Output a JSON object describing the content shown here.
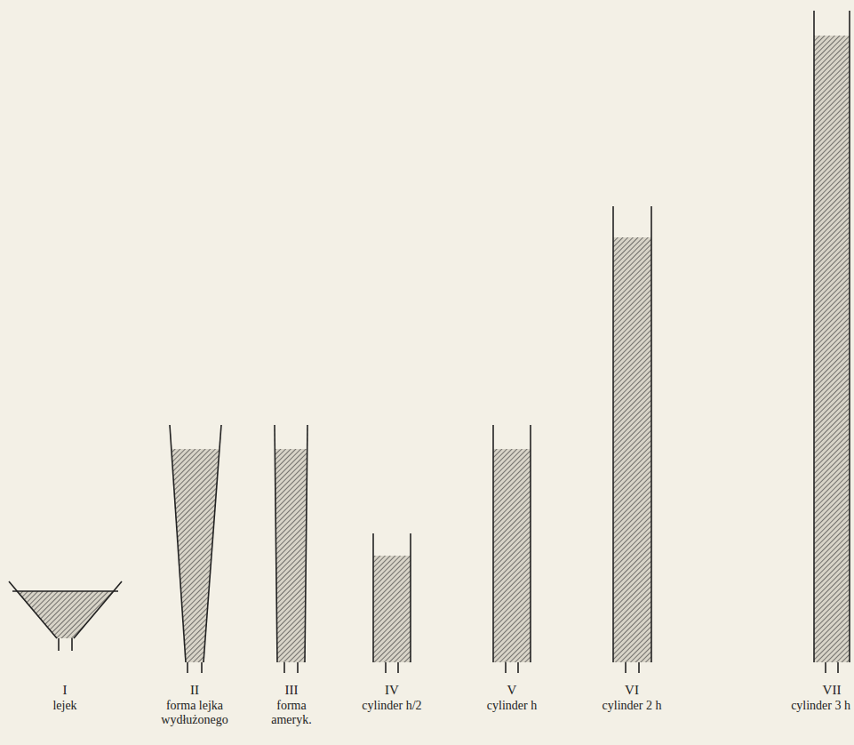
{
  "diagram": {
    "labels": [
      "I",
      "lejek",
      "II",
      "forma lejka wydłużonego",
      "III",
      "forma ameryk.",
      "IV",
      "cylinder h/2",
      "V",
      "cylinder h",
      "VI",
      "cylinder 2 h",
      "VII",
      "cylinder 3 h"
    ]
  }
}
